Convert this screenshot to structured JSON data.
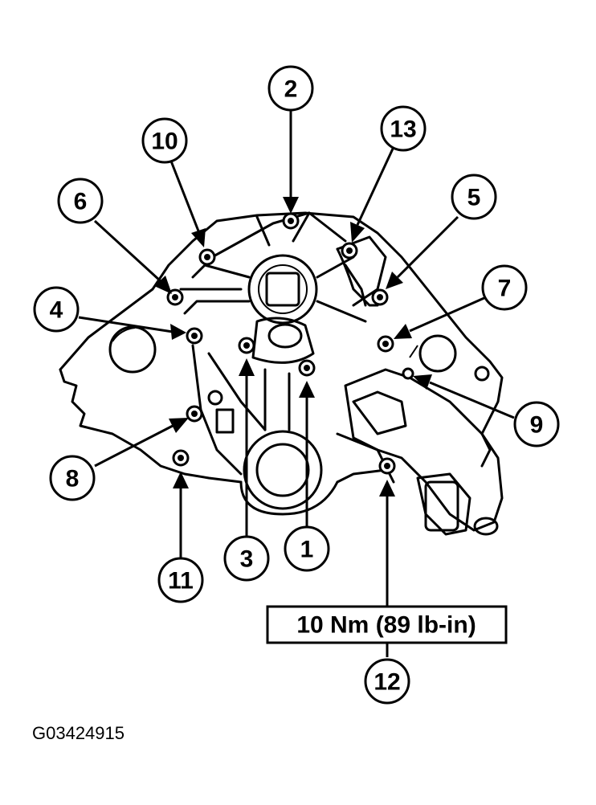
{
  "diagram": {
    "torque_spec": "10 Nm (89 lb-in)",
    "figure_id": "G03424915",
    "callouts": [
      {
        "label": "1"
      },
      {
        "label": "2"
      },
      {
        "label": "3"
      },
      {
        "label": "4"
      },
      {
        "label": "5"
      },
      {
        "label": "6"
      },
      {
        "label": "7"
      },
      {
        "label": "8"
      },
      {
        "label": "9"
      },
      {
        "label": "10"
      },
      {
        "label": "11"
      },
      {
        "label": "12"
      },
      {
        "label": "13"
      }
    ]
  },
  "colors": {
    "ink": "#000000",
    "paper": "#ffffff"
  }
}
